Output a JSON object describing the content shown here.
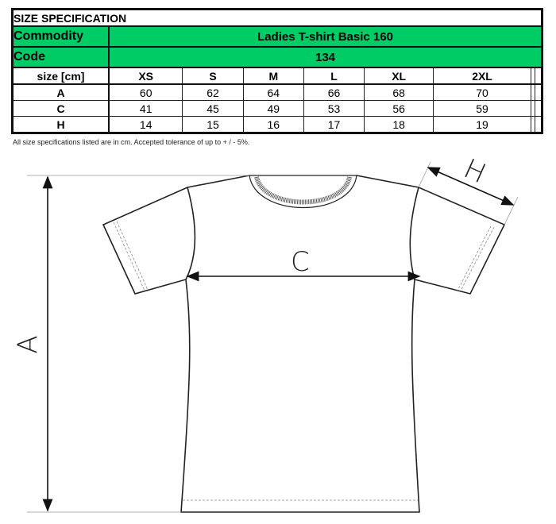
{
  "title": "SIZE SPECIFICATION",
  "commodity_label": "Commodity",
  "commodity": "Ladies T-shirt Basic 160",
  "code_label": "Code",
  "code": "134",
  "size_label": "size [cm]",
  "sizes": [
    "XS",
    "S",
    "M",
    "L",
    "XL",
    "2XL",
    "",
    ""
  ],
  "rows": [
    {
      "label": "A",
      "values": [
        "60",
        "62",
        "64",
        "66",
        "68",
        "70",
        "",
        ""
      ]
    },
    {
      "label": "C",
      "values": [
        "41",
        "45",
        "49",
        "53",
        "56",
        "59",
        "",
        ""
      ]
    },
    {
      "label": "H",
      "values": [
        "14",
        "15",
        "16",
        "17",
        "18",
        "19",
        "",
        ""
      ]
    }
  ],
  "note": "All size specifications listed are in cm. Accepted tolerance of up to + / - 5%.",
  "diagram": {
    "a": "A",
    "c": "C",
    "h": "H"
  }
}
